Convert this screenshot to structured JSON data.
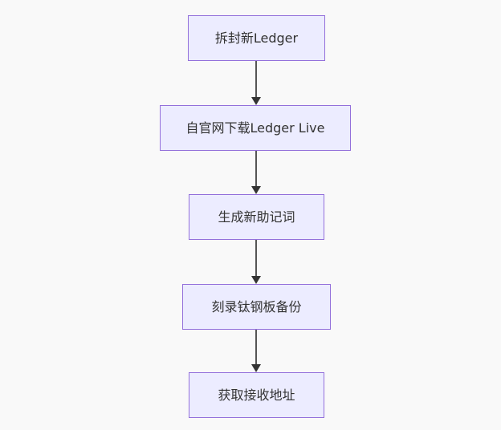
{
  "diagram": {
    "type": "flowchart",
    "direction": "top-down",
    "nodes": [
      {
        "id": "A",
        "label": "拆封新Ledger"
      },
      {
        "id": "B",
        "label": "自官网下载Ledger Live"
      },
      {
        "id": "C",
        "label": "生成新助记词"
      },
      {
        "id": "D",
        "label": "刻录钛钢板备份"
      },
      {
        "id": "E",
        "label": "获取接收地址"
      }
    ],
    "edges": [
      {
        "from": "A",
        "to": "B"
      },
      {
        "from": "B",
        "to": "C"
      },
      {
        "from": "C",
        "to": "D"
      },
      {
        "from": "D",
        "to": "E"
      }
    ],
    "colors": {
      "node_fill": "#ECECFF",
      "node_border": "#9370DB",
      "edge_line": "#555555",
      "edge_arrowhead": "#333333",
      "text": "#333333",
      "background": "#F9F9F9"
    }
  }
}
